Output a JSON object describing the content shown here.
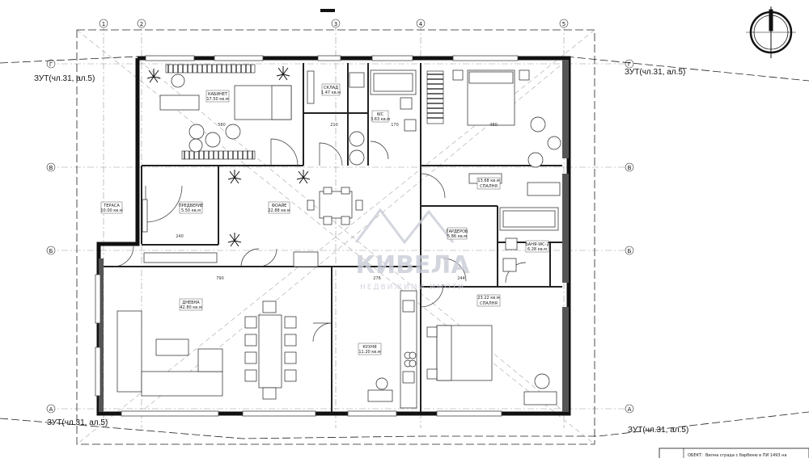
{
  "zoning": [
    "ЗУТ(чл.31, ал.5)",
    "ЗУТ(чл.31, ал.5)",
    "ЗУТ(чл.31, ал.5)",
    "ЗУТ(чл.31, ал.5)"
  ],
  "grid_columns": [
    "1",
    "2",
    "3",
    "4",
    "5"
  ],
  "grid_rows": [
    "Г",
    "В",
    "Б",
    "А"
  ],
  "rooms": {
    "cabinet": {
      "name": "КАБИНЕТ",
      "area": "17.50 кв.м"
    },
    "closet": {
      "name": "СКЛАД",
      "area": "1.47 кв.м"
    },
    "wc1": {
      "name": "WC",
      "area": "3.63 кв.м"
    },
    "bedroom1": {
      "name": "СПАЛНЯ",
      "area": "13.68 кв.м"
    },
    "terrace": {
      "name": "ТЕРАСА",
      "area": "10.00 кв.м"
    },
    "hall_entry": {
      "name": "ПРЕДВЕРИЕ",
      "area": "5.50 кв.м"
    },
    "lobby": {
      "name": "ФОАЙЕ",
      "area": "22.88 кв.м"
    },
    "dressing": {
      "name": "ГАРДЕРОБ",
      "area": "5.86 кв.м"
    },
    "bath2": {
      "name": "БАНЯ-WC-2",
      "area": "6.28 кв.м"
    },
    "living": {
      "name": "ДНЕВНА",
      "area": "42.80 кв.м"
    },
    "kitchen": {
      "name": "КУХНЯ",
      "area": "11.20 кв.м"
    },
    "bedroom2": {
      "name": "СПАЛНЯ",
      "area": "23.22 кв.м"
    }
  },
  "dimensions": [
    "580",
    "210",
    "170",
    "480",
    "240",
    "790",
    "276",
    "244"
  ],
  "watermark": {
    "main": "КИВЕЛА",
    "sub": "НЕДВИЖИМИ ИМОТИ"
  },
  "title_block": {
    "label": "ОБЕКТ:",
    "text": "Вилна сграда с барбекю в ПИ 1493 на"
  }
}
